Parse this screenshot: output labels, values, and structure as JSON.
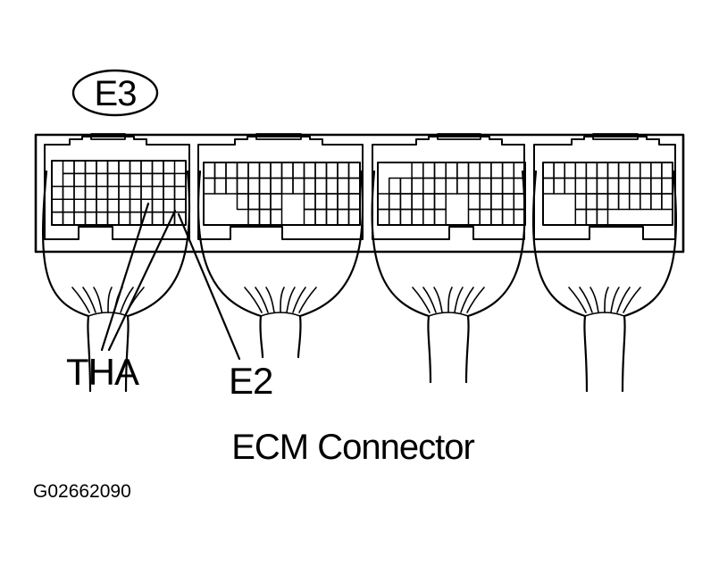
{
  "connector_id": "E3",
  "pin_labels": {
    "tha": "THA",
    "e2": "E2"
  },
  "title": "ECM Connector",
  "figure_code": "G02662090",
  "colors": {
    "line": "#000000",
    "background": "#ffffff"
  }
}
